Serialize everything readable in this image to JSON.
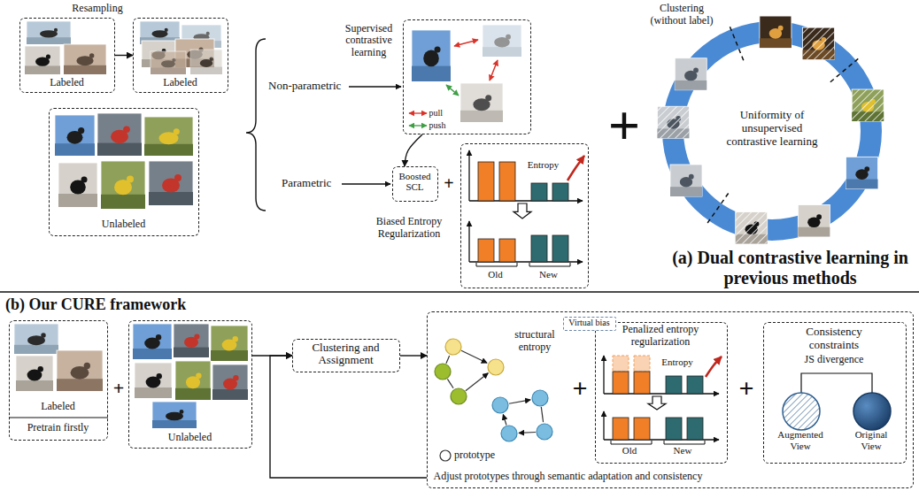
{
  "diagram": {
    "nodes": [
      {
        "text": [
          "Labeled"
        ]
      },
      {
        "text": [
          "Labeled"
        ]
      },
      {
        "text": [
          "Unlabeled"
        ]
      },
      {
        "text": [
          "Supervised contrastive learning",
          "pull",
          "push"
        ]
      },
      {
        "text": [
          "Boosted SCL"
        ]
      },
      {
        "text": [
          "Entropy",
          "Old",
          "New"
        ]
      },
      {
        "text": [
          "Uniformity of unsupervised contrastive learning"
        ]
      },
      {
        "text": [
          "Labeled",
          "Pretrain firstly"
        ]
      },
      {
        "text": [
          "Unlabeled"
        ]
      },
      {
        "text": [
          "Clustering and Assignment"
        ]
      },
      {
        "text": [
          "Adjust prototypes through semantic adaptation and consistency"
        ]
      },
      {
        "text": [
          "Penalized entropy regularization",
          "Entropy",
          "Old",
          "New"
        ],
        "in": 10
      },
      {
        "text": [
          "Virtual bias"
        ],
        "in": 10
      },
      {
        "text": [
          "Consistency constraints",
          "JS divergence",
          "Augmented View",
          "Original View"
        ],
        "in": 10
      }
    ],
    "edges": [
      {
        "from": 0,
        "to": 1,
        "arrow": "to"
      },
      {
        "from": 3,
        "to": 4,
        "arrow": "to"
      },
      {
        "from": 8,
        "to": 9,
        "arrow": "to"
      },
      {
        "from": 9,
        "to": 10,
        "arrow": "to"
      },
      {
        "from": 10,
        "to": 9,
        "arrow": "to"
      }
    ],
    "labels": [
      "Resampling",
      "Non-parametric",
      "Parametric",
      "+",
      "Biased Entropy Regularization",
      "+",
      "Clustering (without label)",
      "(a) Dual contrastive learning in previous methods",
      "(b) Our CURE framework",
      "+",
      "structural entropy",
      "prototype",
      "+",
      "+"
    ]
  }
}
